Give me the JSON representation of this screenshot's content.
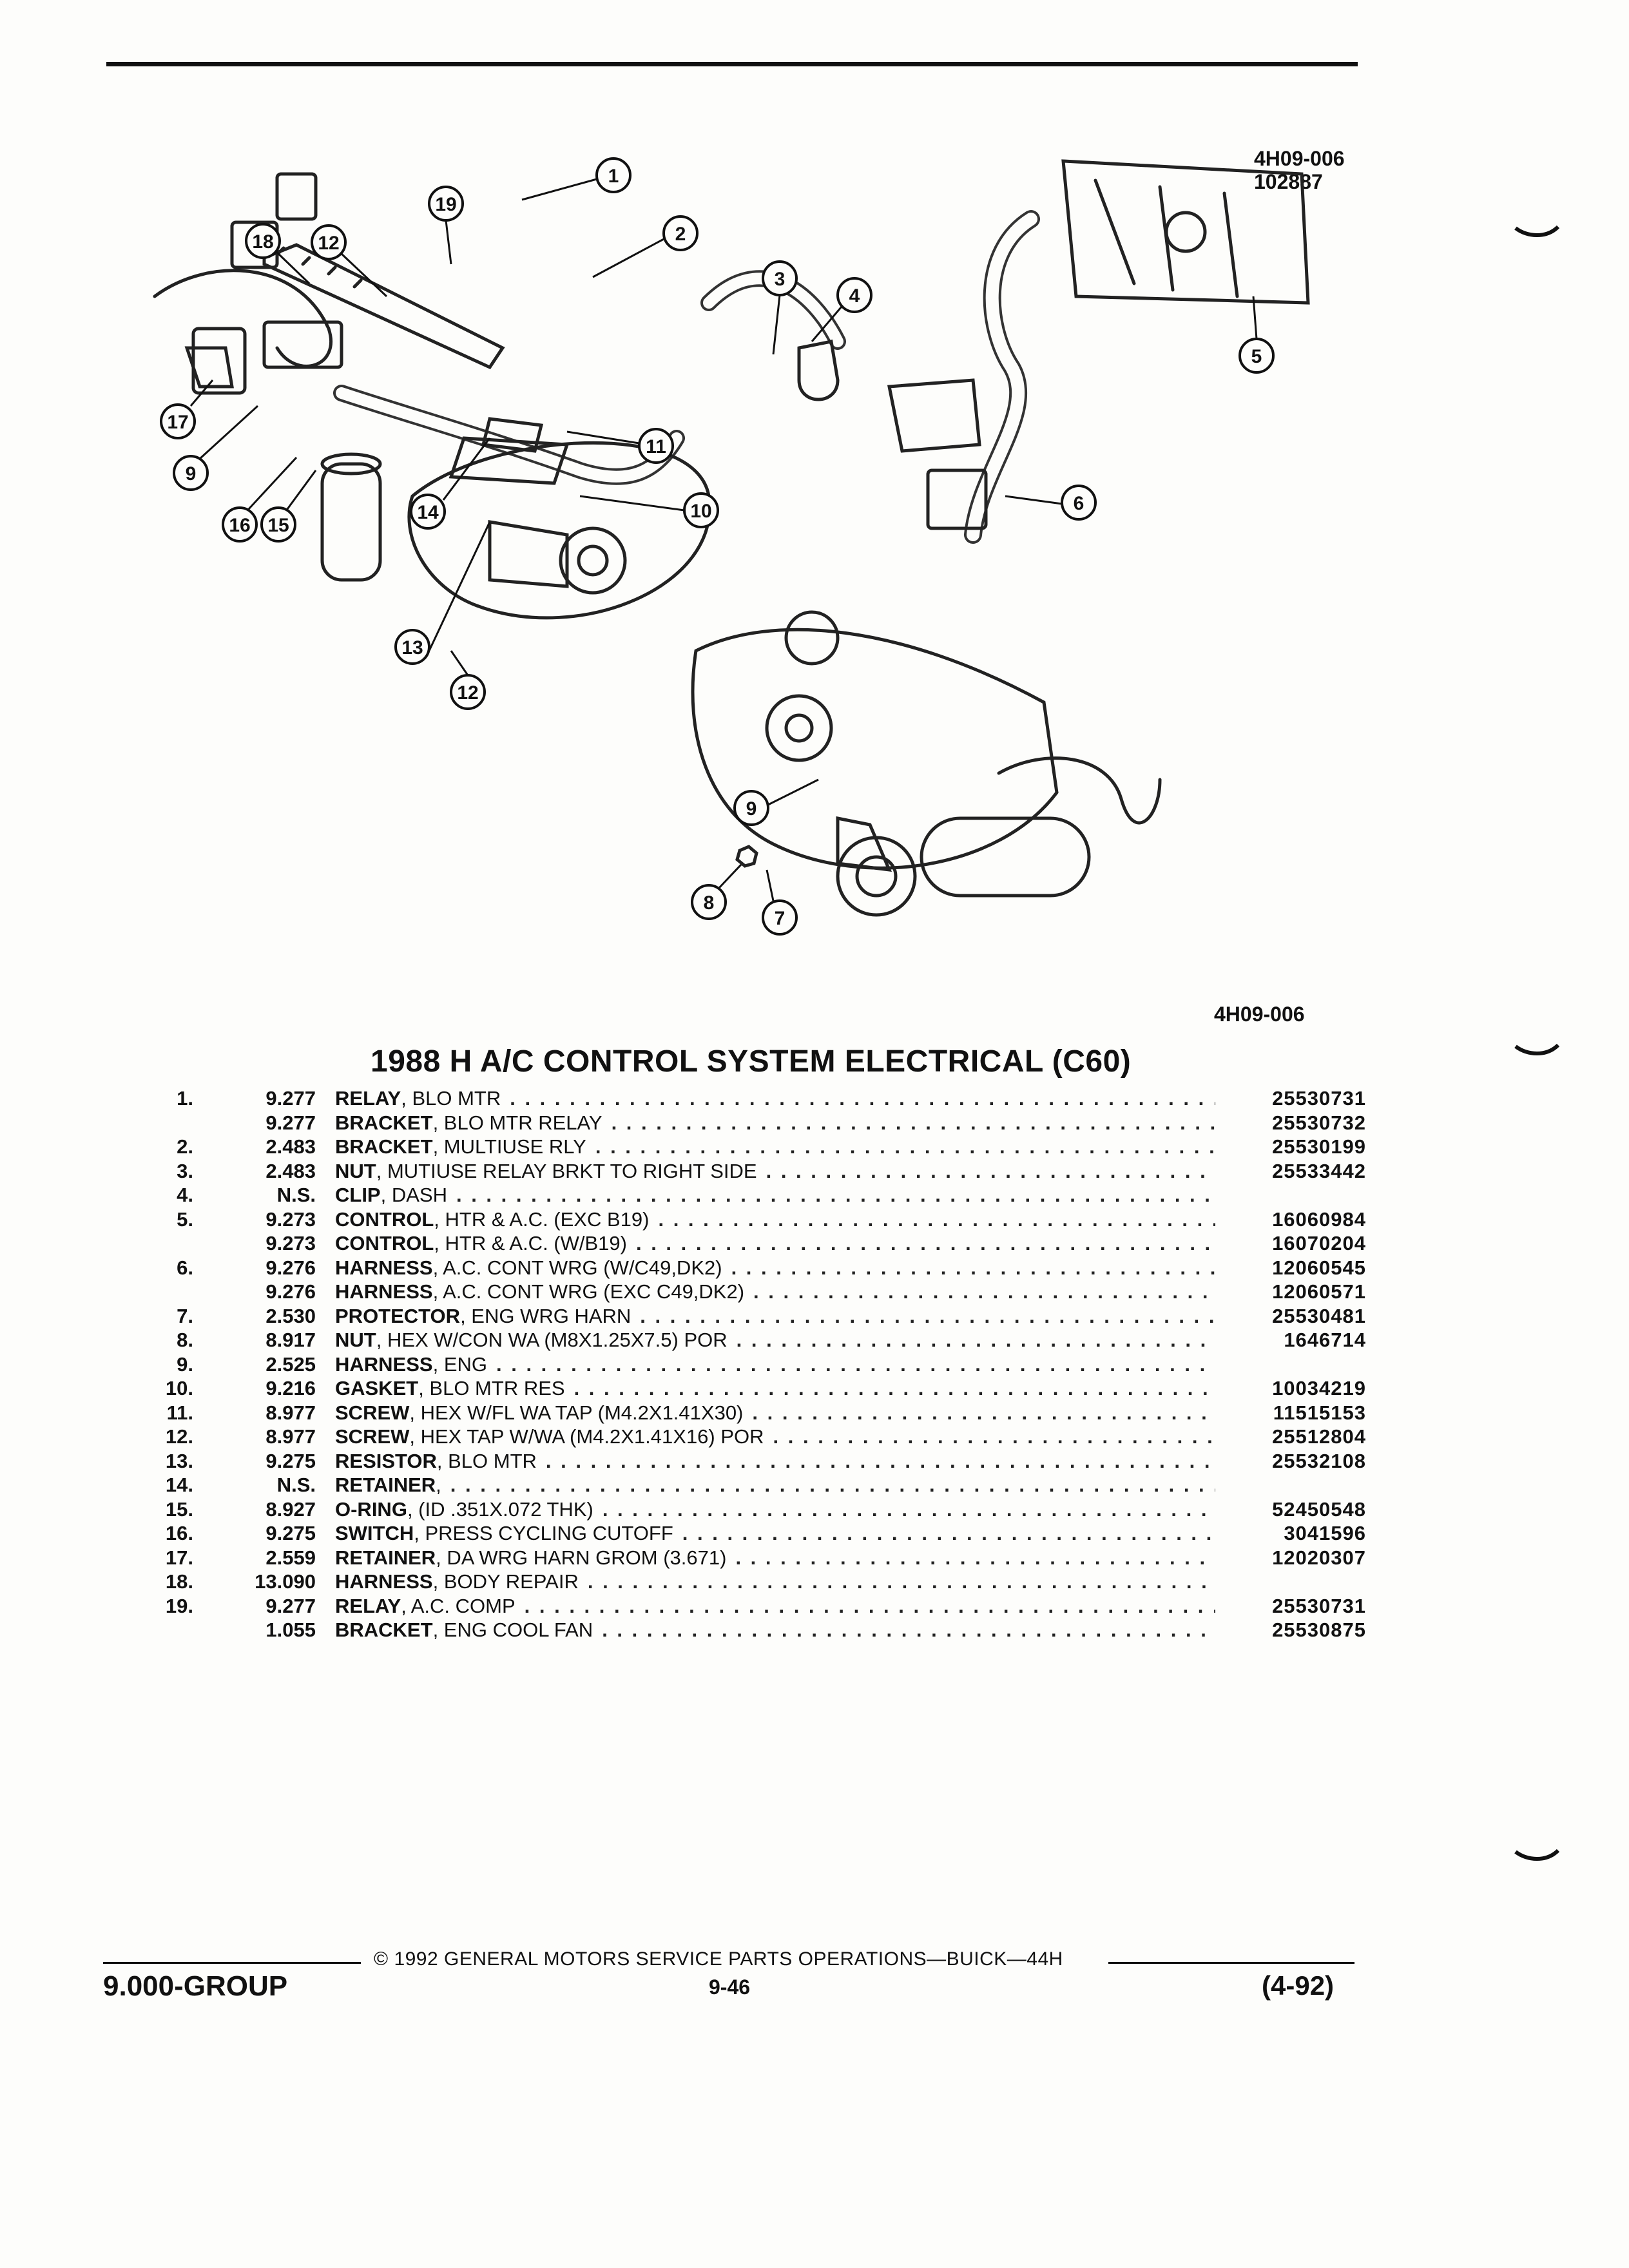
{
  "figure": {
    "code_top": "4H09-006",
    "code_date": "102887",
    "code_bottom": "4H09-006",
    "callouts": [
      "1",
      "2",
      "3",
      "4",
      "5",
      "6",
      "7",
      "8",
      "9",
      "9",
      "10",
      "11",
      "12",
      "12",
      "13",
      "14",
      "15",
      "16",
      "17",
      "18",
      "19"
    ]
  },
  "title": "1988 H A/C CONTROL SYSTEM ELECTRICAL (C60)",
  "parts": [
    {
      "num": "1.",
      "group": "9.277",
      "name": "RELAY",
      "desc": ", BLO MTR",
      "pn": "25530731"
    },
    {
      "num": "",
      "group": "9.277",
      "name": "BRACKET",
      "desc": ", BLO MTR RELAY",
      "pn": "25530732"
    },
    {
      "num": "2.",
      "group": "2.483",
      "name": "BRACKET",
      "desc": ", MULTIUSE RLY",
      "pn": "25530199"
    },
    {
      "num": "3.",
      "group": "2.483",
      "name": "NUT",
      "desc": ", MUTIUSE RELAY BRKT TO RIGHT SIDE",
      "pn": "25533442"
    },
    {
      "num": "4.",
      "group": "N.S.",
      "name": "CLIP",
      "desc": ", DASH",
      "pn": ""
    },
    {
      "num": "5.",
      "group": "9.273",
      "name": "CONTROL",
      "desc": ", HTR & A.C. (EXC B19)",
      "pn": "16060984"
    },
    {
      "num": "",
      "group": "9.273",
      "name": "CONTROL",
      "desc": ", HTR & A.C. (W/B19)",
      "pn": "16070204"
    },
    {
      "num": "6.",
      "group": "9.276",
      "name": "HARNESS",
      "desc": ", A.C. CONT WRG (W/C49,DK2)",
      "pn": "12060545"
    },
    {
      "num": "",
      "group": "9.276",
      "name": "HARNESS",
      "desc": ", A.C. CONT WRG (EXC C49,DK2)",
      "pn": "12060571"
    },
    {
      "num": "7.",
      "group": "2.530",
      "name": "PROTECTOR",
      "desc": ", ENG WRG HARN",
      "pn": "25530481"
    },
    {
      "num": "8.",
      "group": "8.917",
      "name": "NUT",
      "desc": ", HEX W/CON WA (M8X1.25X7.5) POR",
      "pn": "1646714"
    },
    {
      "num": "9.",
      "group": "2.525",
      "name": "HARNESS",
      "desc": ", ENG",
      "pn": ""
    },
    {
      "num": "10.",
      "group": "9.216",
      "name": "GASKET",
      "desc": ", BLO MTR RES",
      "pn": "10034219"
    },
    {
      "num": "11.",
      "group": "8.977",
      "name": "SCREW",
      "desc": ", HEX W/FL WA TAP (M4.2X1.41X30)",
      "pn": "11515153"
    },
    {
      "num": "12.",
      "group": "8.977",
      "name": "SCREW",
      "desc": ", HEX TAP W/WA (M4.2X1.41X16) POR",
      "pn": "25512804"
    },
    {
      "num": "13.",
      "group": "9.275",
      "name": "RESISTOR",
      "desc": ", BLO MTR",
      "pn": "25532108"
    },
    {
      "num": "14.",
      "group": "N.S.",
      "name": "RETAINER",
      "desc": ",",
      "pn": ""
    },
    {
      "num": "15.",
      "group": "8.927",
      "name": "O-RING",
      "desc": ", (ID .351X.072 THK)",
      "pn": "52450548"
    },
    {
      "num": "16.",
      "group": "9.275",
      "name": "SWITCH",
      "desc": ", PRESS CYCLING CUTOFF",
      "pn": "3041596"
    },
    {
      "num": "17.",
      "group": "2.559",
      "name": "RETAINER",
      "desc": ", DA WRG HARN GROM (3.671)",
      "pn": "12020307"
    },
    {
      "num": "18.",
      "group": "13.090",
      "name": "HARNESS",
      "desc": ", BODY REPAIR",
      "pn": ""
    },
    {
      "num": "19.",
      "group": "9.277",
      "name": "RELAY",
      "desc": ", A.C. COMP",
      "pn": "25530731"
    },
    {
      "num": "",
      "group": "1.055",
      "name": "BRACKET",
      "desc": ", ENG COOL FAN",
      "pn": "25530875"
    }
  ],
  "footer": {
    "copyright": "© 1992 GENERAL MOTORS SERVICE PARTS OPERATIONS—BUICK—44H",
    "group": "9.000-GROUP",
    "page": "9-46",
    "date": "(4-92)"
  }
}
